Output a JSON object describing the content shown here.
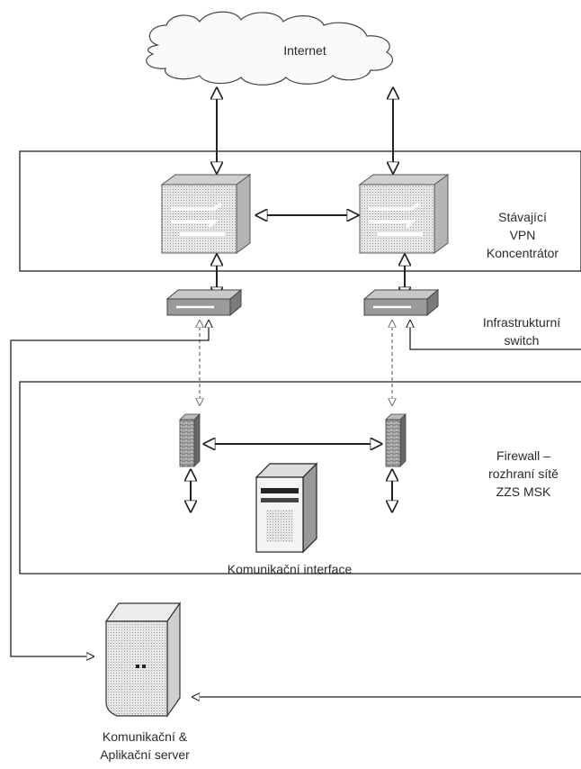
{
  "labels": {
    "internet": "Internet",
    "vpn_line1": "Stávající",
    "vpn_line2": "VPN",
    "vpn_line3": "Koncentrátor",
    "switch_line1": "Infrastrukturní",
    "switch_line2": "switch",
    "firewall_line1": "Firewall –",
    "firewall_line2": "rozhraní sítě",
    "firewall_line3": "ZZS MSK",
    "comm_interface": "Komunikační interface",
    "server_line1": "Komunikační &",
    "server_line2": "Aplikační server"
  },
  "colors": {
    "line": "#222222",
    "dashed_line": "#888888",
    "device_fill": "#d8d8d8",
    "switch_fill": "#9a9a9a"
  },
  "icons": {
    "internet": "cloud-icon",
    "vpn": "vpn-concentrator-icon",
    "switch": "network-switch-icon",
    "firewall": "firewall-icon",
    "interface": "server-tower-icon",
    "server": "application-server-icon"
  }
}
